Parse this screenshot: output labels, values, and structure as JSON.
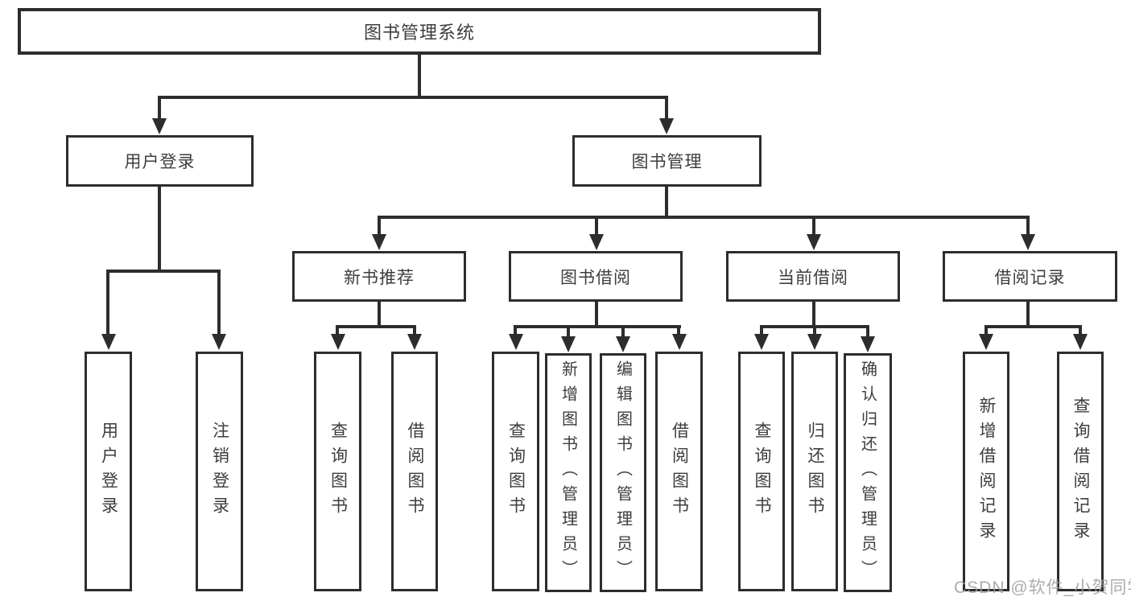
{
  "tree": {
    "root": {
      "label": "图书管理系统"
    },
    "level2": [
      {
        "label": "用户登录"
      },
      {
        "label": "图书管理"
      }
    ],
    "level3": [
      {
        "label": "新书推荐"
      },
      {
        "label": "图书借阅"
      },
      {
        "label": "当前借阅"
      },
      {
        "label": "借阅记录"
      }
    ],
    "leaves": {
      "user_login": [
        {
          "label": "用户登录"
        },
        {
          "label": "注销登录"
        }
      ],
      "new_book_recommendation": [
        {
          "label": "查询图书"
        },
        {
          "label": "借阅图书"
        }
      ],
      "book_borrowing": [
        {
          "label": "查询图书"
        },
        {
          "label": "新增图书（管理员）"
        },
        {
          "label": "编辑图书（管理员）"
        },
        {
          "label": "借阅图书"
        }
      ],
      "current_borrowing": [
        {
          "label": "查询图书"
        },
        {
          "label": "归还图书"
        },
        {
          "label": "确认归还（管理员）"
        }
      ],
      "borrowing_records": [
        {
          "label": "新增借阅记录"
        },
        {
          "label": "查询借阅记录"
        }
      ]
    }
  },
  "watermark": "CSDN @软件_小贺同学",
  "colors": {
    "line": "#2d2d2d",
    "text": "#3d3d3d",
    "background": "#ffffff",
    "watermark": "#9e9e9e"
  }
}
